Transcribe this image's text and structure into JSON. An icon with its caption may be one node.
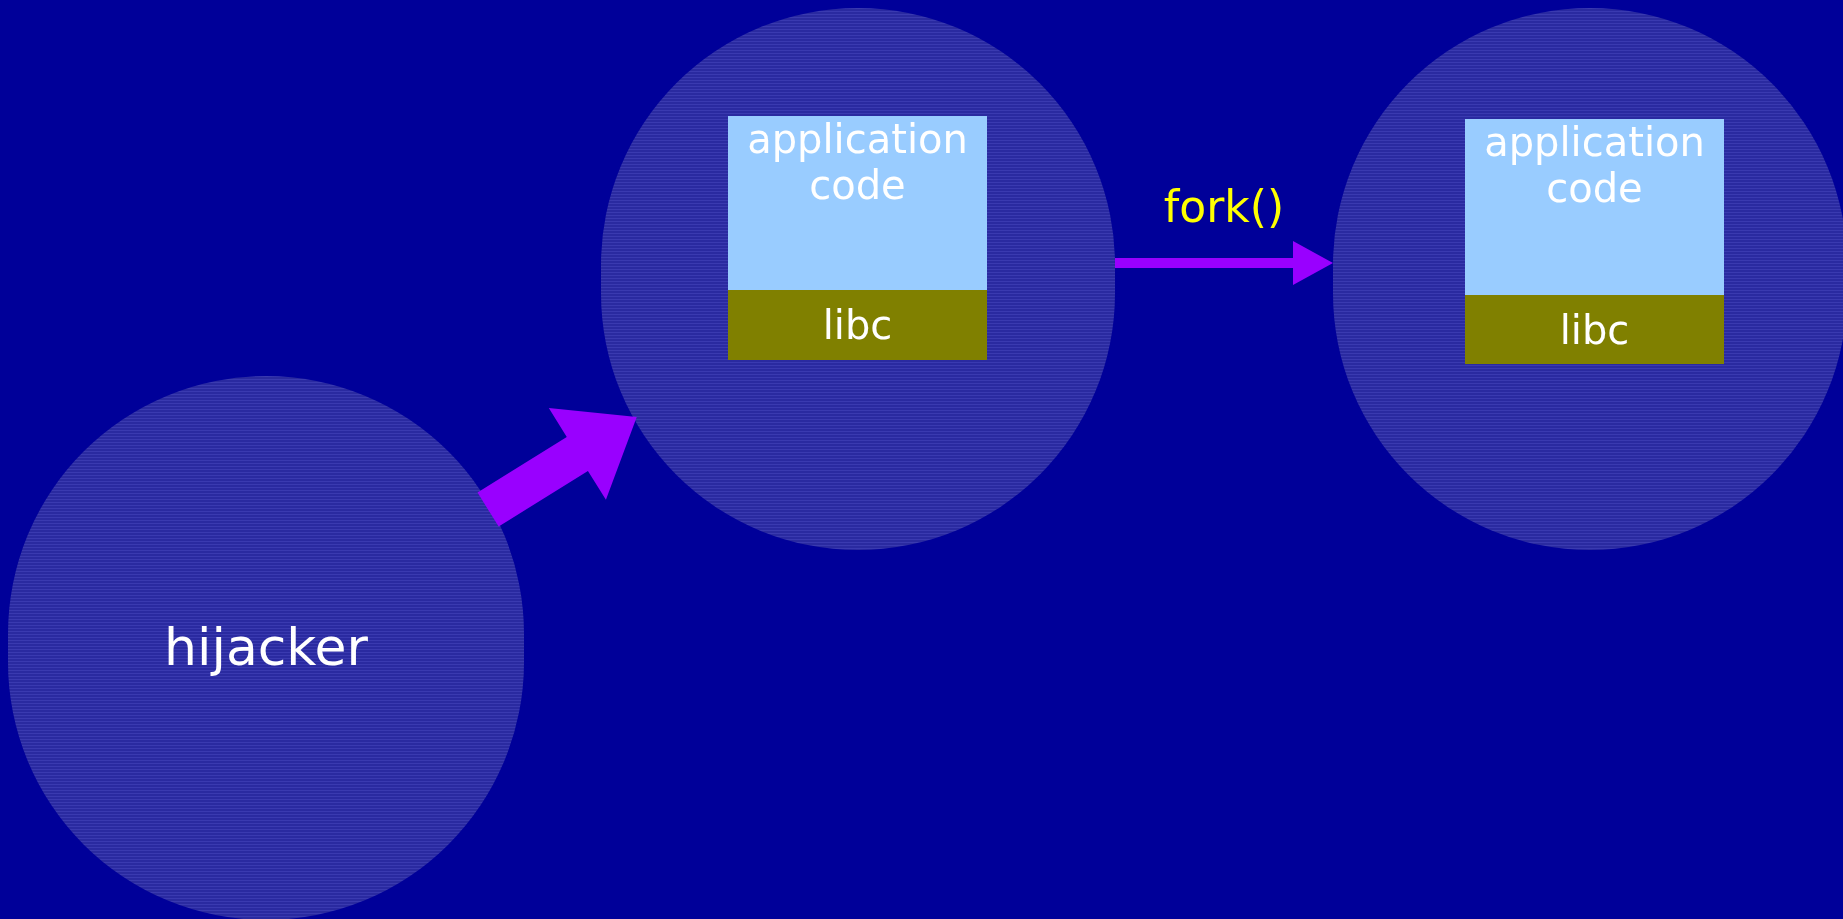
{
  "diagram": {
    "nodes": [
      {
        "text": [],
        "shape": "circle"
      },
      {
        "text": [
          "application code"
        ],
        "in": 0
      },
      {
        "text": [
          "libc"
        ],
        "in": 0
      },
      {
        "text": [],
        "shape": "circle"
      },
      {
        "text": [
          "application code"
        ],
        "in": 3
      },
      {
        "text": [
          "libc"
        ],
        "in": 3
      },
      {
        "text": [
          "hijacker"
        ]
      }
    ],
    "edges": [
      {
        "from": 6,
        "to": 0,
        "arrow": "to",
        "style": "thick"
      },
      {
        "from": 0,
        "to": 3,
        "arrow": "to",
        "label": "fork()"
      }
    ]
  }
}
